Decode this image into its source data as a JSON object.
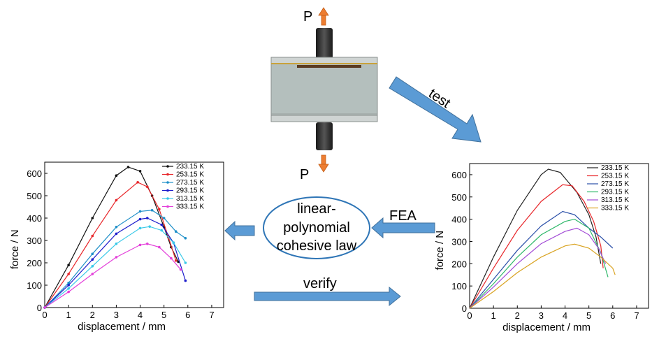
{
  "colors": {
    "arrow_blue": "#5b9bd5",
    "arrow_orange": "#ed7d31",
    "ellipse_stroke": "#2e75b6",
    "specimen_gray": "#b4bfbd"
  },
  "specimen": {
    "load_top": "P",
    "load_bottom": "P"
  },
  "labels": {
    "test": "test",
    "fea": "FEA",
    "verify": "verify",
    "ellipse_line1": "linear-",
    "ellipse_line2": "polynomial",
    "ellipse_line3": "cohesive law"
  },
  "chart_data": [
    {
      "type": "line",
      "xlabel": "displacement / mm",
      "ylabel": "force / N",
      "xlim": [
        0,
        7.5
      ],
      "ylim": [
        0,
        650
      ],
      "xticks": [
        "0",
        "1",
        "2",
        "3",
        "4",
        "5",
        "6",
        "7"
      ],
      "yticks": [
        "0",
        "100",
        "200",
        "300",
        "400",
        "500",
        "600"
      ],
      "legend_position": "top-right",
      "markers": true,
      "series": [
        {
          "name": "233.15 K",
          "color": "#111111",
          "x": [
            0,
            1,
            2,
            3,
            3.5,
            4,
            4.5,
            5,
            5.3,
            5.6
          ],
          "y": [
            0,
            190,
            400,
            590,
            628,
            610,
            500,
            360,
            270,
            205
          ]
        },
        {
          "name": "253.15 K",
          "color": "#e8262a",
          "x": [
            0,
            1,
            2,
            3,
            3.9,
            4.3,
            4.8,
            5.2,
            5.5
          ],
          "y": [
            0,
            150,
            320,
            480,
            560,
            540,
            440,
            310,
            210
          ]
        },
        {
          "name": "273.15 K",
          "color": "#1e8fc8",
          "x": [
            0,
            1,
            2,
            3,
            4,
            4.5,
            5,
            5.5,
            5.9
          ],
          "y": [
            0,
            110,
            240,
            360,
            430,
            435,
            400,
            340,
            310
          ]
        },
        {
          "name": "293.15 K",
          "color": "#1d1dcc",
          "x": [
            0,
            1,
            2,
            3,
            4,
            4.3,
            4.9,
            5.4,
            5.9
          ],
          "y": [
            0,
            100,
            215,
            330,
            395,
            400,
            370,
            290,
            120
          ]
        },
        {
          "name": "313.15 K",
          "color": "#38c9e8",
          "x": [
            0,
            1,
            2,
            3,
            4,
            4.4,
            4.9,
            5.4,
            5.9
          ],
          "y": [
            0,
            85,
            185,
            285,
            355,
            362,
            345,
            290,
            200
          ]
        },
        {
          "name": "333.15 K",
          "color": "#e33ed9",
          "x": [
            0,
            1,
            2,
            3,
            4,
            4.3,
            4.8,
            5.3,
            5.7
          ],
          "y": [
            0,
            70,
            150,
            225,
            280,
            285,
            270,
            220,
            170
          ]
        }
      ]
    },
    {
      "type": "line",
      "xlabel": "displacement / mm",
      "ylabel": "force / N",
      "xlim": [
        0,
        7.5
      ],
      "ylim": [
        0,
        650
      ],
      "xticks": [
        "0",
        "1",
        "2",
        "3",
        "4",
        "5",
        "6",
        "7"
      ],
      "yticks": [
        "0",
        "100",
        "200",
        "300",
        "400",
        "500",
        "600"
      ],
      "legend_position": "top-right",
      "markers": false,
      "series": [
        {
          "name": "233.15 K",
          "color": "#222222",
          "x": [
            0,
            1,
            2,
            3,
            3.3,
            3.8,
            4.5,
            5,
            5.3,
            5.5
          ],
          "y": [
            0,
            230,
            440,
            600,
            625,
            610,
            520,
            420,
            320,
            200
          ]
        },
        {
          "name": "253.15 K",
          "color": "#e8262a",
          "x": [
            0,
            1,
            2,
            3,
            3.9,
            4.3,
            4.8,
            5.2,
            5.5,
            5.6
          ],
          "y": [
            0,
            180,
            350,
            480,
            555,
            550,
            480,
            390,
            280,
            180
          ]
        },
        {
          "name": "273.15 K",
          "color": "#2a4fa8",
          "x": [
            0,
            1,
            2,
            3,
            3.9,
            4.4,
            5,
            5.5,
            6
          ],
          "y": [
            0,
            130,
            260,
            370,
            435,
            420,
            360,
            320,
            270
          ]
        },
        {
          "name": "293.15 K",
          "color": "#2fb86a",
          "x": [
            0,
            1,
            2,
            3,
            4,
            4.4,
            5,
            5.5,
            5.8
          ],
          "y": [
            0,
            110,
            230,
            330,
            390,
            400,
            360,
            250,
            140
          ]
        },
        {
          "name": "313.15 K",
          "color": "#a24bd6",
          "x": [
            0,
            1,
            2,
            3,
            4,
            4.5,
            5,
            5.4,
            5.7
          ],
          "y": [
            0,
            95,
            200,
            290,
            345,
            360,
            330,
            270,
            200
          ]
        },
        {
          "name": "333.15 K",
          "color": "#d9a321",
          "x": [
            0,
            1,
            2,
            3,
            4,
            4.4,
            5,
            5.5,
            6,
            6.1
          ],
          "y": [
            0,
            75,
            160,
            230,
            280,
            288,
            270,
            230,
            180,
            150
          ]
        }
      ]
    }
  ]
}
